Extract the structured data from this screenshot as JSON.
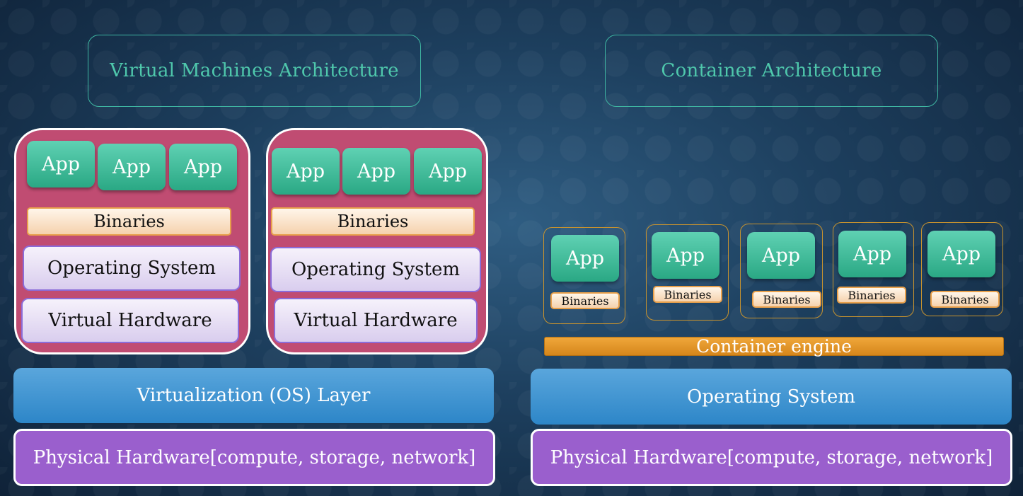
{
  "vm_title": "Virtual Machines Architecture",
  "container_title": "Container Architecture",
  "vm": {
    "app_label": "App",
    "binaries_label": "Binaries",
    "os_label": "Operating System",
    "virtual_hardware_label": "Virtual Hardware",
    "virtualization_layer_label": "Virtualization (OS) Layer",
    "physical_hardware_label": "Physical Hardware[compute, storage, network]"
  },
  "container": {
    "app_label": "App",
    "binaries_label": "Binaries",
    "engine_label": "Container engine",
    "os_label": "Operating System",
    "physical_hardware_label": "Physical Hardware[compute, storage, network]"
  },
  "colors": {
    "title_text": "#4fc8ac",
    "vm_fill": "#c04c72",
    "app_fill": "#2aa884",
    "binaries_fill": "#f5d2ad",
    "os_fill": "#d9cdee",
    "engine_fill": "#d5861b",
    "layer_fill": "#2d86c8",
    "physical_fill": "#9a5fcd"
  }
}
